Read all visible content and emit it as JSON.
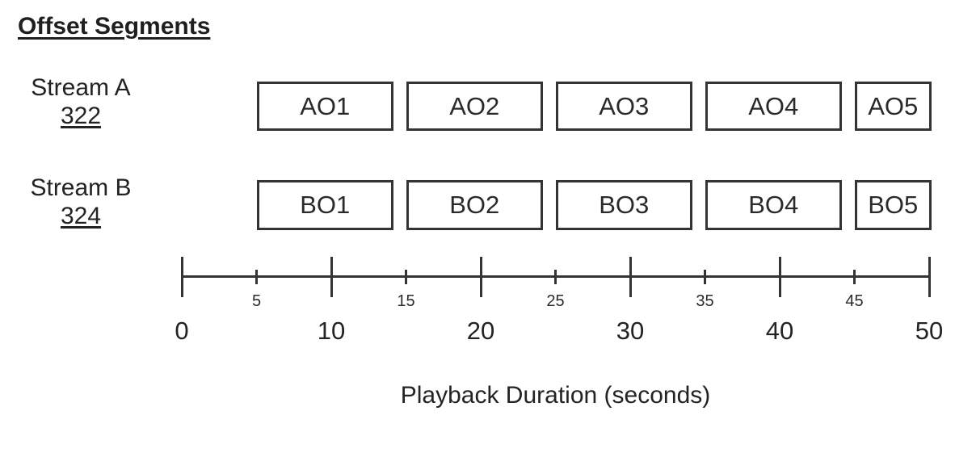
{
  "title": "Offset Segments",
  "streams": [
    {
      "name": "Stream A",
      "ref": "322",
      "segments": [
        {
          "label": "AO1",
          "start": 5,
          "end": 15
        },
        {
          "label": "AO2",
          "start": 15,
          "end": 25
        },
        {
          "label": "AO3",
          "start": 25,
          "end": 35
        },
        {
          "label": "AO4",
          "start": 35,
          "end": 45
        },
        {
          "label": "AO5",
          "start": 45,
          "end": 50
        }
      ]
    },
    {
      "name": "Stream B",
      "ref": "324",
      "segments": [
        {
          "label": "BO1",
          "start": 5,
          "end": 15
        },
        {
          "label": "BO2",
          "start": 15,
          "end": 25
        },
        {
          "label": "BO3",
          "start": 25,
          "end": 35
        },
        {
          "label": "BO4",
          "start": 35,
          "end": 45
        },
        {
          "label": "BO5",
          "start": 45,
          "end": 50
        }
      ]
    }
  ],
  "axis": {
    "label": "Playback Duration (seconds)",
    "range": [
      0,
      50
    ],
    "major_ticks": [
      0,
      10,
      20,
      30,
      40,
      50
    ],
    "minor_ticks": [
      5,
      15,
      25,
      35,
      45
    ]
  },
  "colors": {
    "ink": "#343434",
    "background": "#ffffff"
  }
}
